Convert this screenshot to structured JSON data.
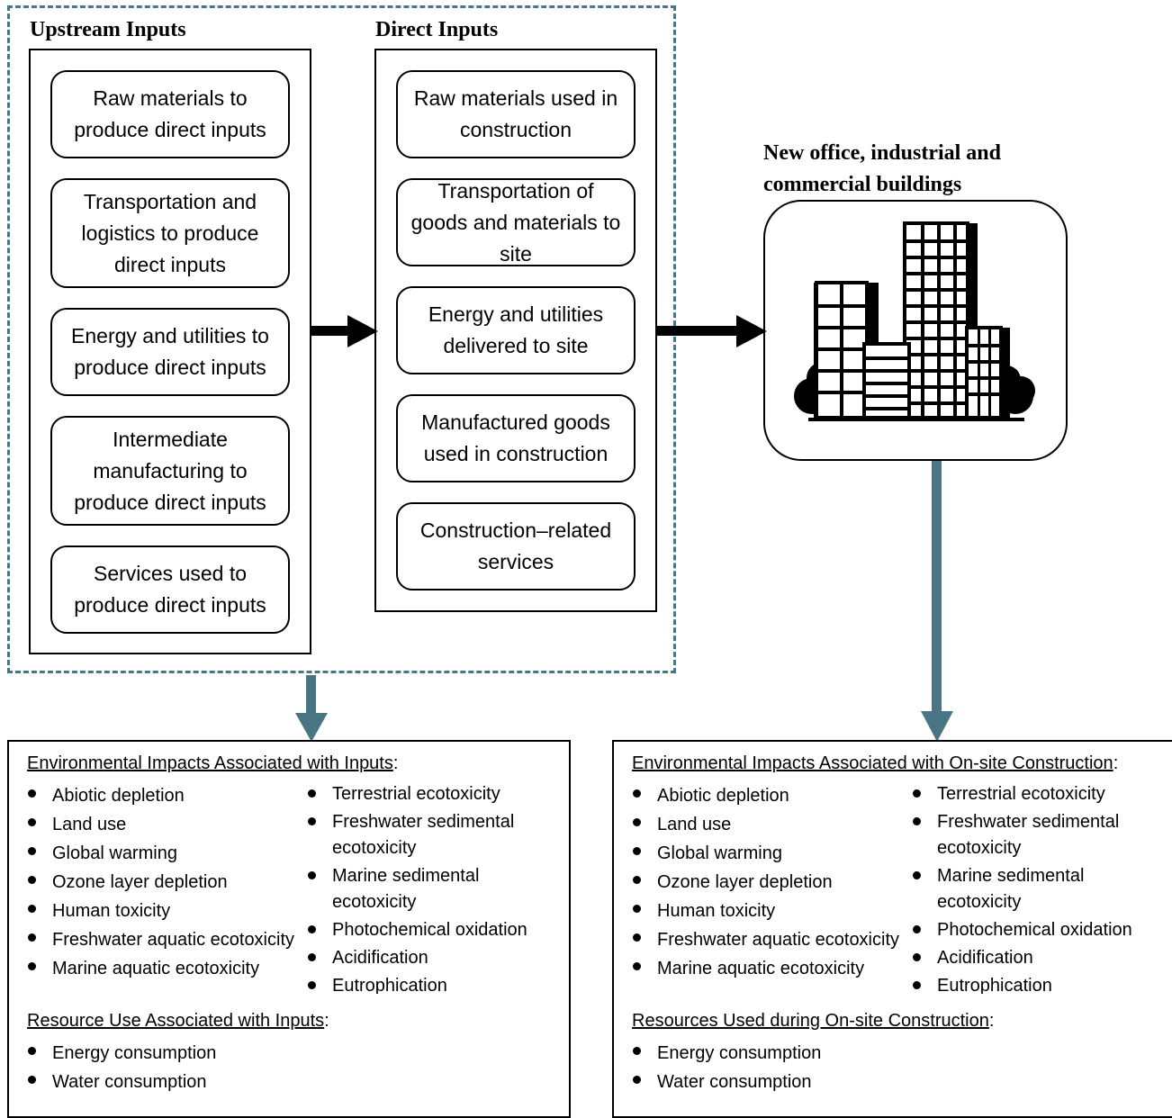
{
  "headings": {
    "upstream": "Upstream Inputs",
    "direct": "Direct Inputs",
    "buildings": "New office, industrial and commercial buildings"
  },
  "upstream_items": [
    "Raw materials to produce direct inputs",
    "Transportation and logistics to produce direct inputs",
    "Energy and utilities to produce direct inputs",
    "Intermediate manufacturing to produce direct inputs",
    "Services used to produce direct inputs"
  ],
  "direct_items": [
    "Raw materials used in construction",
    "Transportation of goods and materials to site",
    "Energy and utilities delivered to site",
    "Manufactured goods used in construction",
    "Construction–related services"
  ],
  "impacts_inputs": {
    "title": "Environmental Impacts Associated with Inputs",
    "left": [
      "Abiotic depletion",
      "Land use",
      "Global warming",
      "Ozone layer depletion",
      "Human toxicity",
      "Freshwater aquatic ecotoxicity",
      "Marine aquatic ecotoxicity"
    ],
    "right": [
      "Terrestrial ecotoxicity",
      "Freshwater sedimental ecotoxicity",
      "Marine sedimental ecotoxicity",
      "Photochemical oxidation",
      "Acidification",
      "Eutrophication"
    ],
    "resource_title": "Resource Use Associated with Inputs",
    "resources": [
      "Energy consumption",
      "Water consumption"
    ]
  },
  "impacts_onsite": {
    "title": "Environmental Impacts Associated with On-site Construction",
    "left": [
      "Abiotic depletion",
      "Land use",
      "Global warming",
      "Ozone layer depletion",
      "Human toxicity",
      "Freshwater aquatic ecotoxicity",
      "Marine aquatic ecotoxicity"
    ],
    "right": [
      "Terrestrial ecotoxicity",
      "Freshwater sedimental ecotoxicity",
      "Marine sedimental ecotoxicity",
      "Photochemical oxidation",
      "Acidification",
      "Eutrophication"
    ],
    "resource_title": "Resources Used during On-site Construction",
    "resources": [
      "Energy consumption",
      "Water consumption"
    ]
  },
  "colors": {
    "dashed_border": "#4a7584",
    "down_arrows": "#4a7584",
    "right_arrows": "#000000"
  },
  "icons": {
    "buildings": "city-buildings-icon"
  }
}
